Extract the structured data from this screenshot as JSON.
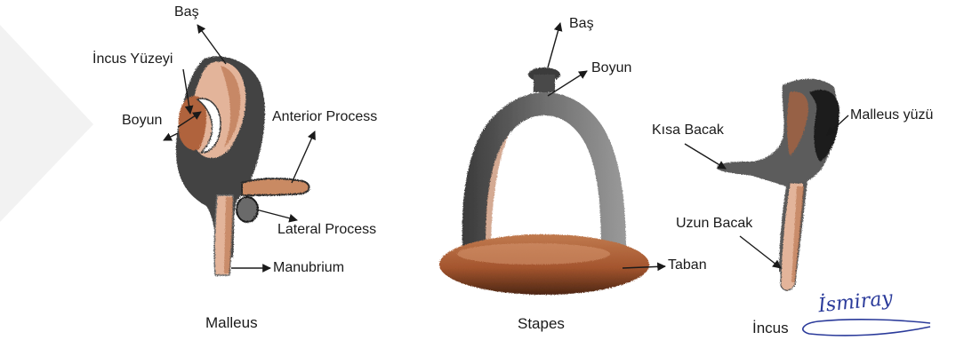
{
  "colors": {
    "accent_brown": "#b0643c",
    "dark_pencil": "#2b2b2b",
    "signature_blue": "#2a3a9a"
  },
  "malleus": {
    "caption": "Malleus",
    "labels": {
      "bas": "Baş",
      "incus_yuzeyi": "İncus Yüzeyi",
      "boyun": "Boyun",
      "anterior_process": "Anterior Process",
      "lateral_process": "Lateral Process",
      "manubrium": "Manubrium"
    }
  },
  "stapes": {
    "caption": "Stapes",
    "labels": {
      "bas": "Baş",
      "boyun": "Boyun",
      "taban": "Taban"
    }
  },
  "incus": {
    "caption": "İncus",
    "labels": {
      "malleus_yuzu": "Malleus yüzü",
      "kisa_bacak": "Kısa Bacak",
      "uzun_bacak": "Uzun Bacak"
    }
  },
  "signature": "İsmiray"
}
